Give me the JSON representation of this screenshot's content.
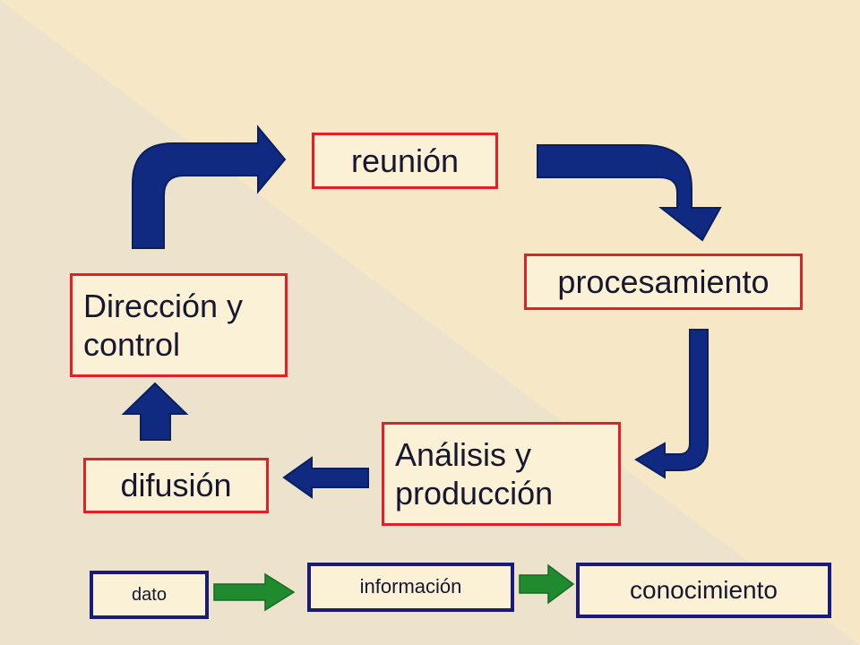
{
  "cycle": {
    "reunion": "reunión",
    "procesamiento": "procesamiento",
    "analisis_line1": "Análisis y",
    "analisis_line2": "producción",
    "difusion": "difusión",
    "direccion_line1": "Dirección y",
    "direccion_line2": "control"
  },
  "progression": {
    "dato": "dato",
    "informacion": "información",
    "conocimiento": "conocimiento"
  },
  "colors": {
    "background": "#f6e8c6",
    "box_border_red": "#e41f27",
    "box_border_navy": "#1a1a7a",
    "cycle_arrow": "#0f2a80",
    "progression_arrow": "#1f8a2e",
    "text": "#17172f"
  }
}
